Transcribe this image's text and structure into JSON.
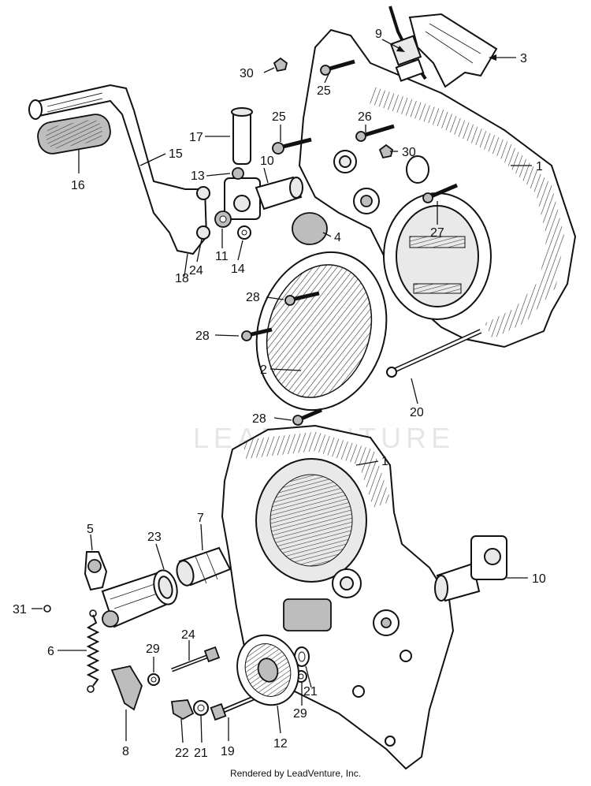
{
  "watermark": "LEADVENTURE",
  "footer": "Rendered by LeadVenture, Inc.",
  "callouts": {
    "c1a": "1",
    "c1b": "1",
    "c2": "2",
    "c3": "3",
    "c4": "4",
    "c5": "5",
    "c6": "6",
    "c7": "7",
    "c8": "8",
    "c9": "9",
    "c10a": "10",
    "c10b": "10",
    "c11": "11",
    "c12": "12",
    "c13": "13",
    "c14": "14",
    "c15": "15",
    "c16": "16",
    "c17": "17",
    "c18": "18",
    "c19": "19",
    "c20": "20",
    "c21a": "21",
    "c21b": "21",
    "c22": "22",
    "c23": "23",
    "c24a": "24",
    "c24b": "24",
    "c25a": "25",
    "c25b": "25",
    "c26": "26",
    "c27": "27",
    "c28a": "28",
    "c28b": "28",
    "c28c": "28",
    "c29a": "29",
    "c29b": "29",
    "c30a": "30",
    "c30b": "30",
    "c31": "31"
  }
}
